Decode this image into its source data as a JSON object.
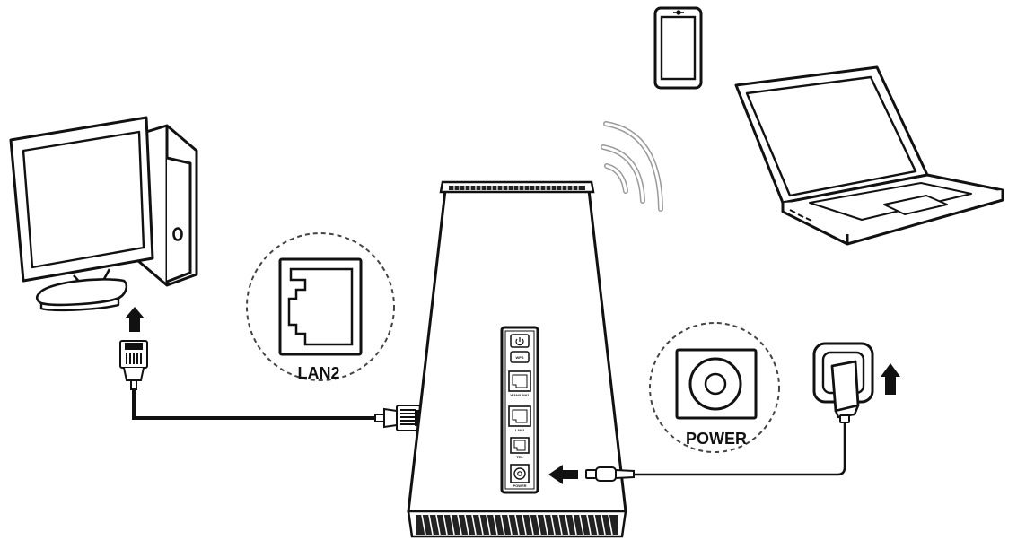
{
  "callouts": {
    "lan_port_label": "LAN2",
    "power_port_label": "POWER"
  },
  "router": {
    "ports": {
      "wps": "WPS",
      "wan_lan1": "WAN/LAN1",
      "lan2": "LAN2",
      "tel": "TEL",
      "power": "POWER"
    }
  },
  "icons": {
    "desktop": "desktop-computer-icon",
    "phone": "smartphone-icon",
    "laptop": "laptop-icon",
    "router": "router-icon",
    "wifi": "wifi-signal-icon",
    "ethernet": "rj45-plug-icon",
    "adapter": "power-adapter-icon"
  },
  "colors": {
    "line": "#111111",
    "wifi_waves": "#9a9a9a",
    "dashed_circle": "#444444"
  }
}
